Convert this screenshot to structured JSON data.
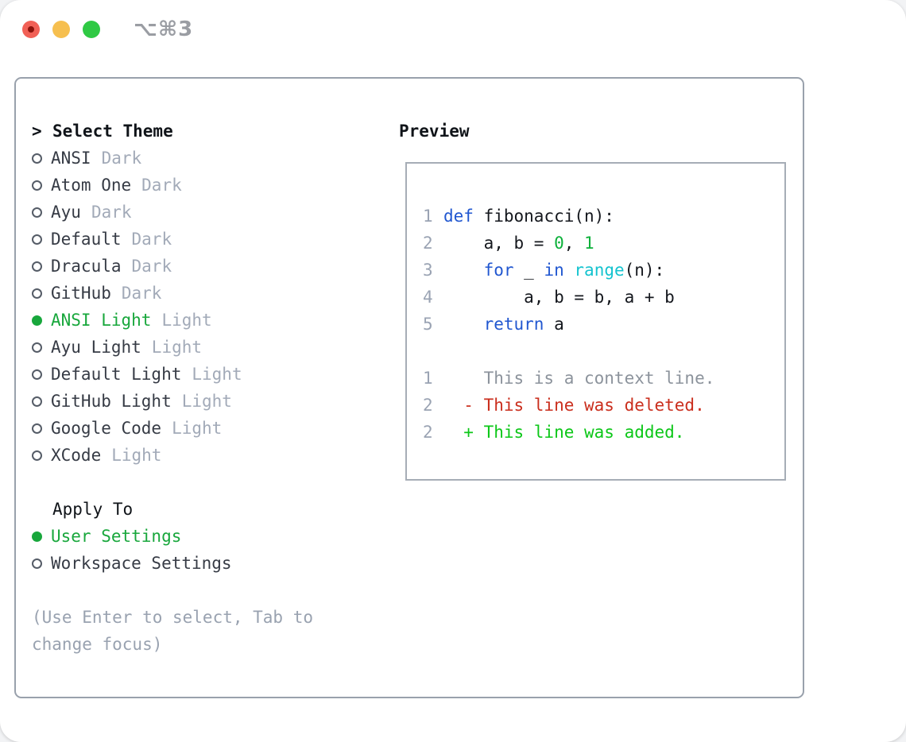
{
  "window": {
    "shortcut": "⌥⌘3",
    "traffic_colors": {
      "close": "#f16056",
      "close_dot": "#8c120b",
      "minimize": "#f6bf4f",
      "zoom": "#2fc944"
    }
  },
  "theme_section": {
    "prompt": ">",
    "title": "Select Theme"
  },
  "themes": [
    {
      "name": "ANSI",
      "tag": "Dark",
      "selected": false
    },
    {
      "name": "Atom One",
      "tag": "Dark",
      "selected": false
    },
    {
      "name": "Ayu",
      "tag": "Dark",
      "selected": false
    },
    {
      "name": "Default",
      "tag": "Dark",
      "selected": false
    },
    {
      "name": "Dracula",
      "tag": "Dark",
      "selected": false
    },
    {
      "name": "GitHub",
      "tag": "Dark",
      "selected": false
    },
    {
      "name": "ANSI Light",
      "tag": "Light",
      "selected": true
    },
    {
      "name": "Ayu Light",
      "tag": "Light",
      "selected": false
    },
    {
      "name": "Default Light",
      "tag": "Light",
      "selected": false
    },
    {
      "name": "GitHub Light",
      "tag": "Light",
      "selected": false
    },
    {
      "name": "Google Code",
      "tag": "Light",
      "selected": false
    },
    {
      "name": "XCode",
      "tag": "Light",
      "selected": false
    }
  ],
  "apply_section": {
    "title": "Apply To"
  },
  "apply_options": [
    {
      "name": "User Settings",
      "selected": true
    },
    {
      "name": "Workspace Settings",
      "selected": false
    }
  ],
  "hint_lines": [
    "(Use Enter to select, Tab to",
    "change focus)"
  ],
  "preview": {
    "title": "Preview",
    "colors": {
      "default": "#14171d",
      "keyword": "#2157d0",
      "builtin": "#14c3cf",
      "number": "#0cb03a",
      "context": "#8c939c",
      "deleted": "#ca2e1d",
      "added": "#0cc718",
      "line_number": "#9aa3b3",
      "selection_green": "#18a73c"
    },
    "code_lines": [
      {
        "num": "",
        "segments": []
      },
      {
        "num": "1",
        "segments": [
          {
            "text": "def",
            "color": "keyword"
          },
          {
            "text": " fibonacci(n):",
            "color": "default"
          }
        ]
      },
      {
        "num": "2",
        "segments": [
          {
            "text": "    a, b = ",
            "color": "default"
          },
          {
            "text": "0",
            "color": "number"
          },
          {
            "text": ", ",
            "color": "default"
          },
          {
            "text": "1",
            "color": "number"
          }
        ]
      },
      {
        "num": "3",
        "segments": [
          {
            "text": "    ",
            "color": "default"
          },
          {
            "text": "for",
            "color": "keyword"
          },
          {
            "text": " _ ",
            "color": "default"
          },
          {
            "text": "in",
            "color": "keyword"
          },
          {
            "text": " ",
            "color": "default"
          },
          {
            "text": "range",
            "color": "builtin"
          },
          {
            "text": "(n):",
            "color": "default"
          }
        ]
      },
      {
        "num": "4",
        "segments": [
          {
            "text": "        a, b = b, a + b",
            "color": "default"
          }
        ]
      },
      {
        "num": "5",
        "segments": [
          {
            "text": "    ",
            "color": "default"
          },
          {
            "text": "return",
            "color": "keyword"
          },
          {
            "text": " a",
            "color": "default"
          }
        ]
      },
      {
        "num": "",
        "segments": []
      },
      {
        "num": "1",
        "segments": [
          {
            "text": "    This is a context line.",
            "color": "context"
          }
        ]
      },
      {
        "num": "2",
        "segments": [
          {
            "text": "  - This line was deleted.",
            "color": "deleted"
          }
        ]
      },
      {
        "num": "2",
        "segments": [
          {
            "text": "  + This line was added.",
            "color": "added"
          }
        ]
      }
    ]
  }
}
